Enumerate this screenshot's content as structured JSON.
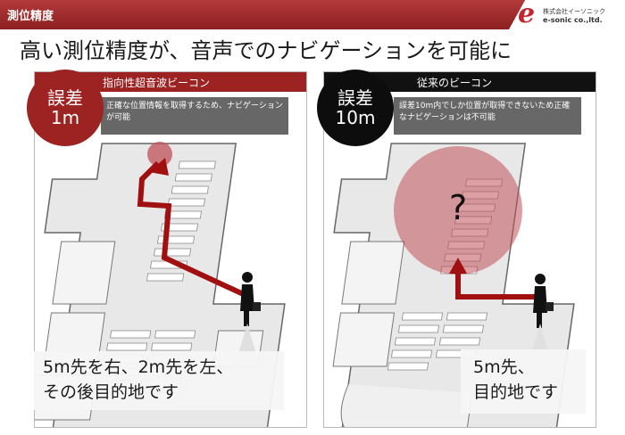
{
  "header": {
    "section_title": "測位精度",
    "logo_jp": "株式会社イーソニック",
    "logo_en": "e-sonic co.,ltd."
  },
  "headline": "高い測位精度が、音声でのナビゲーションを可能に",
  "left_panel": {
    "title": "指向性超音波ビーコン",
    "badge_label": "誤差",
    "badge_value": "1m",
    "note": "正確な位置情報を取得するため、ナビゲーションが可能",
    "caption_line1": "5m先を右、2m先を左、",
    "caption_line2": "その後目的地です"
  },
  "right_panel": {
    "title": "従来のビーコン",
    "badge_label": "誤差",
    "badge_value": "10m",
    "note": "誤差10m内でしか位置が取得できないため正確なナビゲーションは不可能",
    "unknown_mark": "?",
    "caption_line1": "5m先、",
    "caption_line2": "目的地です"
  },
  "colors": {
    "brand_red": "#9d2222",
    "route_red": "#a01010",
    "error_zone": "#c0505a",
    "dark": "#111111"
  }
}
